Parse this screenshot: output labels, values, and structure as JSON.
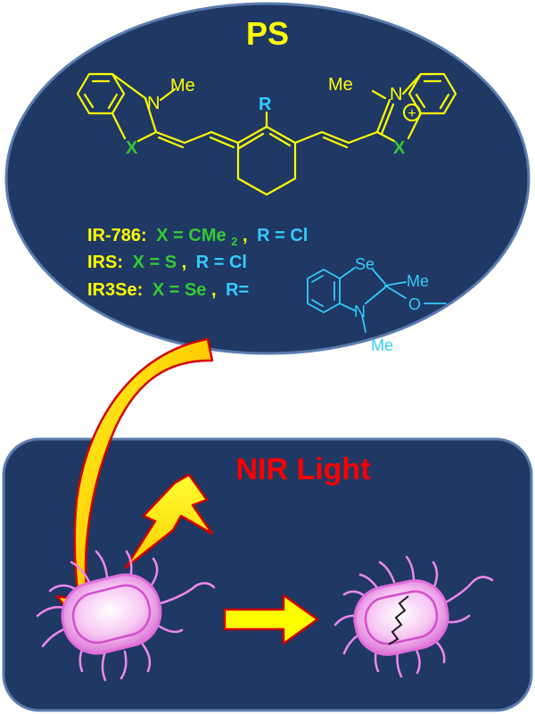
{
  "ps_title": "PS",
  "nir_title": "NIR Light",
  "dye_atoms": {
    "me_left": "Me",
    "n_left": "N",
    "x_left": "X",
    "r_center": "R",
    "me_right": "Me",
    "n_right": "N",
    "plus": "+",
    "x_right": "X"
  },
  "compounds": [
    {
      "name": "IR-786:",
      "x_part": "X = CMe",
      "x_sub": "2",
      "sep": ",",
      "r_part": "R = Cl"
    },
    {
      "name": "IRS:",
      "x_part": "X = S",
      "sep": ",",
      "r_part": "R = Cl"
    },
    {
      "name": "IR3Se:",
      "x_part": "X = Se",
      "sep": ",",
      "r_part": "R="
    }
  ],
  "substituent_atoms": {
    "se": "Se",
    "n": "N",
    "me_top": "Me",
    "o": "O",
    "me_bottom": "Me"
  },
  "colors": {
    "panel_fill": "#1f3864",
    "panel_edge": "#5a7cae",
    "ps_title": "#ffff00",
    "nir_title": "#ff0000",
    "structure": "#ffff00",
    "x_atom": "#33cc33",
    "r_atom": "#33ccff",
    "substituent": "#33ccff",
    "bacteria": "#ee88ee"
  }
}
